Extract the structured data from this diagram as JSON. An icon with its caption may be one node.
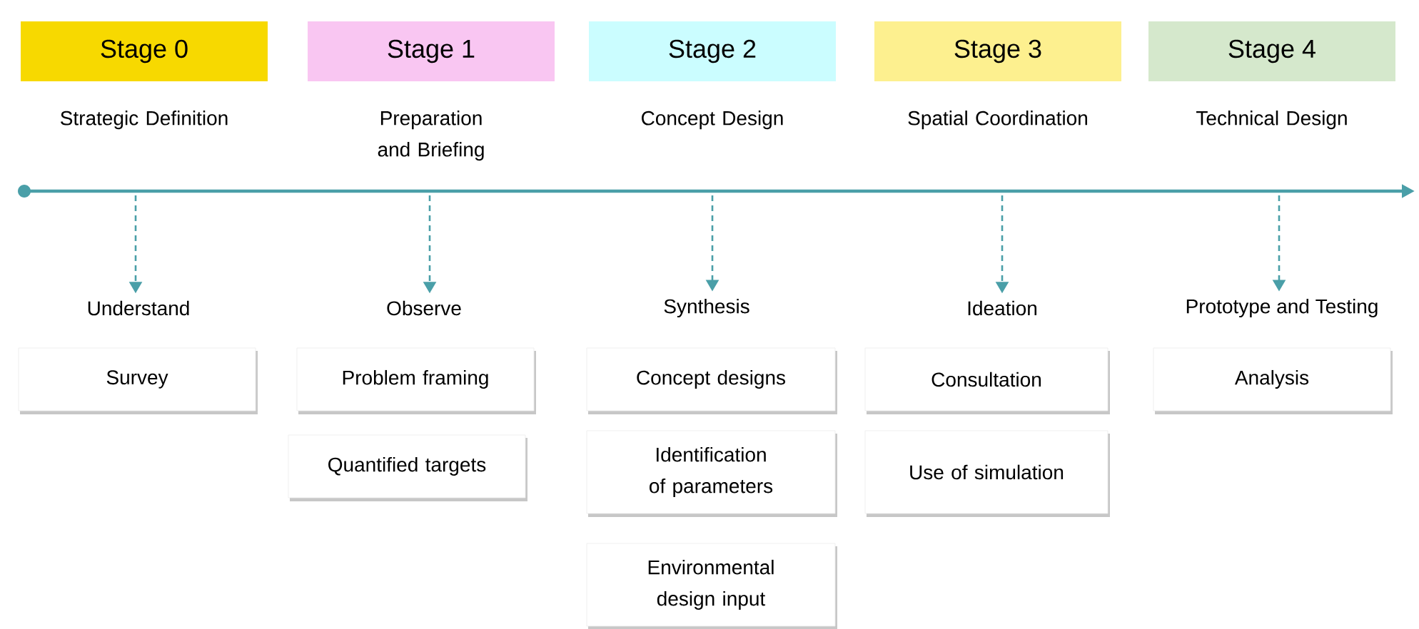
{
  "diagram": {
    "nodes": [
      {
        "text": [
          "Stage 0"
        ],
        "beside": [
          "Strategic Definition"
        ]
      },
      {
        "text": [
          "Stage 1"
        ],
        "beside": [
          "Preparation and Briefing"
        ]
      },
      {
        "text": [
          "Stage 2"
        ],
        "beside": [
          "Concept Design"
        ]
      },
      {
        "text": [
          "Stage 3"
        ],
        "beside": [
          "Spatial Coordination"
        ]
      },
      {
        "text": [
          "Stage 4"
        ],
        "beside": [
          "Technical Design"
        ]
      },
      {
        "text": [
          "Understand"
        ]
      },
      {
        "text": [
          "Observe"
        ]
      },
      {
        "text": [
          "Synthesis"
        ]
      },
      {
        "text": [
          "Ideation"
        ]
      },
      {
        "text": [
          "Prototype and Testing"
        ]
      },
      {
        "text": [
          "Survey"
        ]
      },
      {
        "text": [
          "Problem framing"
        ]
      },
      {
        "text": [
          "Quantified targets"
        ]
      },
      {
        "text": [
          "Concept designs"
        ]
      },
      {
        "text": [
          "Identification of parameters"
        ]
      },
      {
        "text": [
          "Environmental design input"
        ]
      },
      {
        "text": [
          "Consultation"
        ]
      },
      {
        "text": [
          "Use of simulation"
        ]
      },
      {
        "text": [
          "Analysis"
        ]
      }
    ],
    "edges": [
      {
        "from": null,
        "to": 5,
        "arrow": "to",
        "style": "dashed"
      },
      {
        "from": null,
        "to": 6,
        "arrow": "to",
        "style": "dashed"
      },
      {
        "from": null,
        "to": 7,
        "arrow": "to",
        "style": "dashed"
      },
      {
        "from": null,
        "to": 8,
        "arrow": "to",
        "style": "dashed"
      },
      {
        "from": null,
        "to": 9,
        "arrow": "to",
        "style": "dashed"
      }
    ]
  }
}
